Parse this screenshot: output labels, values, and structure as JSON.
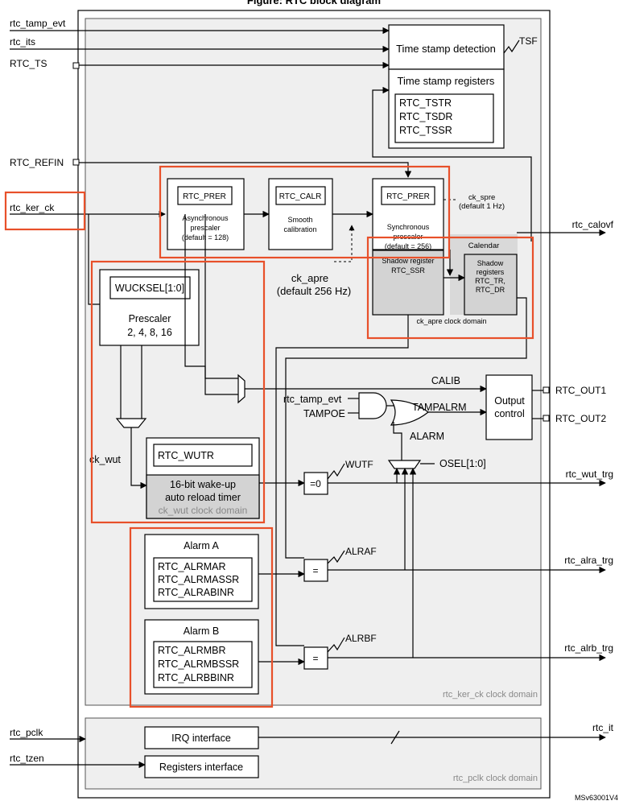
{
  "title": "Figure: RTC block diagram",
  "signals_left": {
    "tamp_evt": "rtc_tamp_evt",
    "its": "rtc_its",
    "rtc_ts": "RTC_TS",
    "refin": "RTC_REFIN",
    "ker_ck": "rtc_ker_ck",
    "pclk": "rtc_pclk",
    "tzen": "rtc_tzen"
  },
  "signals_right": {
    "calovf": "rtc_calovf",
    "out1": "RTC_OUT1",
    "out2": "RTC_OUT2",
    "wut_trg": "rtc_wut_trg",
    "alra_trg": "rtc_alra_trg",
    "alrb_trg": "rtc_alrb_trg",
    "it": "rtc_it"
  },
  "timestamp": {
    "detection": "Time stamp detection",
    "tsf": "TSF",
    "registers_title": "Time stamp registers",
    "registers": [
      "RTC_TSTR",
      "RTC_TSDR",
      "RTC_TSSR"
    ]
  },
  "prescalers": {
    "async_reg": "RTC_PRER",
    "async_label": [
      "Asynchronous",
      "prescaler",
      "(default = 128)"
    ],
    "calr_reg": "RTC_CALR",
    "calr_label": [
      "Smooth",
      "calibration"
    ],
    "sync_reg": "RTC_PRER",
    "sync_label": [
      "Synchronous",
      "prescaler",
      "(default = 256)"
    ],
    "ck_spre": [
      "ck_spre",
      "(default 1 Hz)"
    ],
    "ck_apre": [
      "ck_apre",
      "(default 256 Hz)"
    ]
  },
  "calendar": {
    "title": "Calendar",
    "shadow_ssr": [
      "Shadow register",
      "RTC_SSR"
    ],
    "shadow_regs": [
      "Shadow",
      "registers",
      "RTC_TR,",
      "RTC_DR"
    ],
    "domain": "ck_apre clock domain"
  },
  "wakeup": {
    "wucksel": "WUCKSEL[1:0]",
    "prescaler": [
      "Prescaler",
      "2, 4, 8, 16"
    ],
    "ck_wut": "ck_wut",
    "wutr": "RTC_WUTR",
    "timer": [
      "16-bit wake-up",
      "auto reload timer"
    ],
    "domain": "ck_wut clock domain",
    "cmp": "=0",
    "wutf": "WUTF"
  },
  "output": {
    "calib": "CALIB",
    "tamp_evt": "rtc_tamp_evt",
    "tampoe": "TAMPOE",
    "tampalrm": "TAMPALRM",
    "alarm": "ALARM",
    "osel": "OSEL[1:0]",
    "control": [
      "Output",
      "control"
    ]
  },
  "alarm_a": {
    "title": "Alarm A",
    "regs": [
      "RTC_ALRMAR",
      "RTC_ALRMASSR",
      "RTC_ALRABINR"
    ],
    "cmp": "=",
    "flag": "ALRAF"
  },
  "alarm_b": {
    "title": "Alarm B",
    "regs": [
      "RTC_ALRMBR",
      "RTC_ALRMBSSR",
      "RTC_ALRBBINR"
    ],
    "cmp": "=",
    "flag": "ALRBF"
  },
  "domains": {
    "ker": "rtc_ker_ck clock domain",
    "pclk": "rtc_pclk clock domain"
  },
  "interfaces": {
    "irq": "IRQ interface",
    "regs": "Registers interface"
  },
  "ref_code": "MSv63001V4",
  "colors": {
    "highlight": "#e8502a",
    "domain_fill": "#efefef",
    "shadow_fill": "#d3d3d3"
  }
}
